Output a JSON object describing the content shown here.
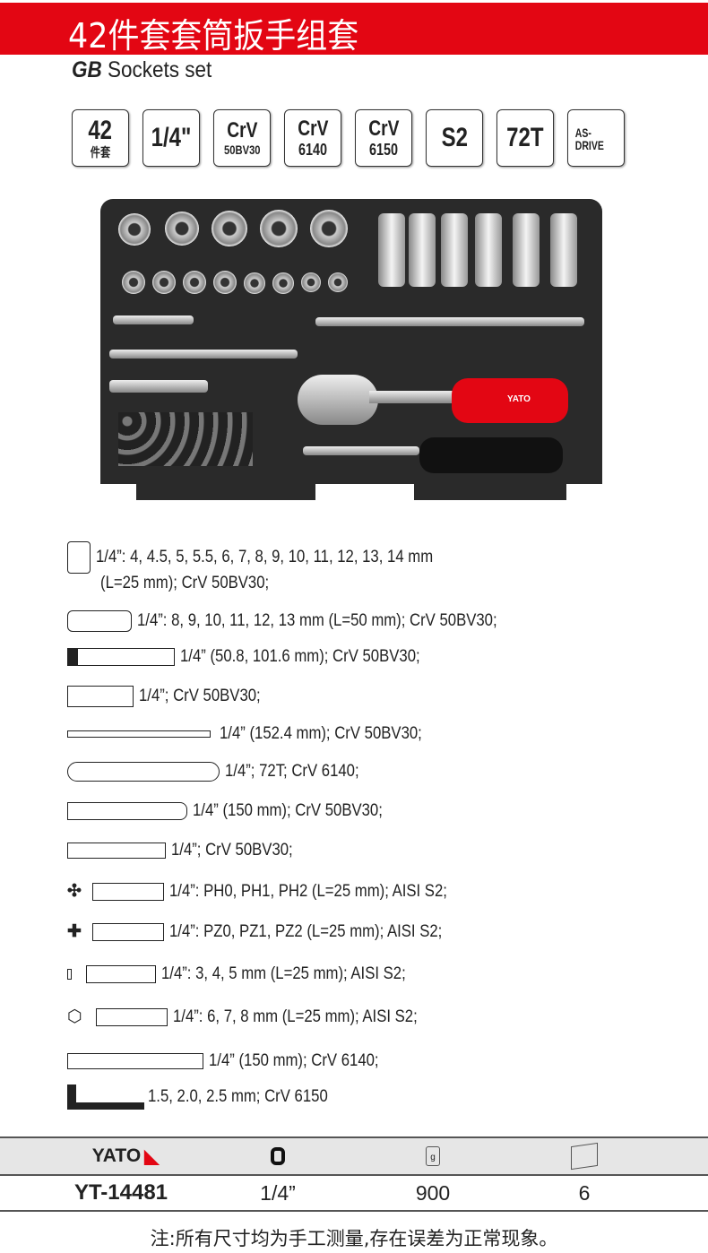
{
  "header": {
    "title": "42件套套筒扳手组套",
    "subtitle_bold": "GB",
    "subtitle": "Sockets set"
  },
  "badges": [
    {
      "big": "42",
      "small": "件套"
    },
    {
      "big": "1/4\"",
      "small": ""
    },
    {
      "big": "CrV",
      "small": "50BV30"
    },
    {
      "big": "CrV",
      "small": "6140"
    },
    {
      "big": "CrV",
      "small": "6150"
    },
    {
      "big": "S2",
      "small": ""
    },
    {
      "big": "72T",
      "small": ""
    },
    {
      "big": "AS-DRIVE",
      "small": ""
    }
  ],
  "product_image": {
    "brand_on_handle": "YATO"
  },
  "specs": [
    {
      "icon": "socket-icon",
      "text": "1/4”: 4, 4.5, 5, 5.5, 6, 7, 8, 9, 10, 11, 12, 13, 14 mm",
      "text2": "(L=25 mm); CrV 50BV30;"
    },
    {
      "icon": "deep-socket-icon",
      "text": "1/4”: 8, 9, 10, 11, 12, 13 mm (L=50 mm); CrV 50BV30;"
    },
    {
      "icon": "extension-bar-icon",
      "text": "1/4” (50.8, 101.6 mm); CrV 50BV30;"
    },
    {
      "icon": "universal-joint-icon",
      "text": "1/4”; CrV 50BV30;"
    },
    {
      "icon": "t-bar-icon",
      "text": "1/4”  (152.4 mm);  CrV  50BV30;"
    },
    {
      "icon": "ratchet-icon",
      "text": "1/4”; 72T; CrV 6140;"
    },
    {
      "icon": "spinner-handle-icon",
      "text": "1/4” (150 mm); CrV 50BV30;"
    },
    {
      "icon": "bit-adapter-icon",
      "text": "1/4”; CrV 50BV30;"
    },
    {
      "icon": "phillips-bit-icon",
      "text": "1/4”: PH0, PH1, PH2 (L=25 mm); AISI S2;"
    },
    {
      "icon": "pozidriv-bit-icon",
      "text": "1/4”: PZ0, PZ1, PZ2 (L=25 mm); AISI S2;"
    },
    {
      "icon": "flat-bit-icon",
      "text": "1/4”: 3, 4, 5 mm (L=25 mm); AISI S2;"
    },
    {
      "icon": "hex-bit-icon",
      "text": "1/4”: 6, 7, 8 mm (L=25 mm);  AISI S2;"
    },
    {
      "icon": "flexible-extension-icon",
      "text": "1/4” (150 mm); CrV 6140;"
    },
    {
      "icon": "hex-key-icon",
      "text": "1.5, 2.0, 2.5 mm; CrV 6150"
    }
  ],
  "table": {
    "brand": "YATO",
    "weight_unit": "g",
    "model": "YT-14481",
    "drive": "1/4”",
    "weight": "900",
    "quantity": "6"
  },
  "note": "注:所有尺寸均为手工测量,存在误差为正常现象。",
  "colors": {
    "accent": "#e30613"
  }
}
